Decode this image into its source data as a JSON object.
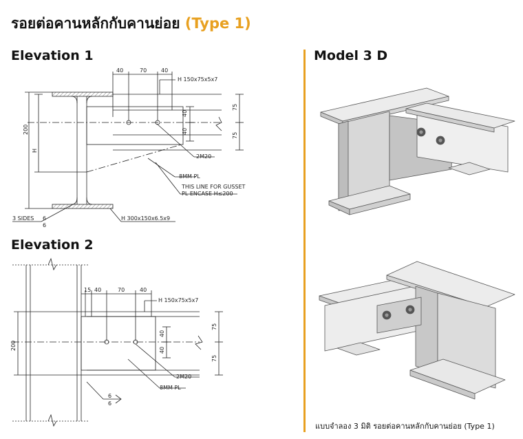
{
  "header": {
    "title_main": "รอยต่อคานหลักกับคานย่อย",
    "title_accent": "(Type 1)"
  },
  "sections": {
    "elevation1": "Elevation 1",
    "elevation2": "Elevation 2",
    "model3d": "Model 3 D"
  },
  "elevation1": {
    "dims_top": [
      "40",
      "70",
      "40"
    ],
    "dims_right": [
      "40",
      "40"
    ],
    "dims_far_right": [
      "75",
      "75"
    ],
    "dim_left_200": "200",
    "dim_left_H": "H",
    "label_secondary_beam": "H 150x75x5x7",
    "label_bolts": "2M20",
    "label_plate": "8MM PL",
    "label_gusset_1": "THIS LINE FOR GUSSET",
    "label_gusset_2": "PL ENCASE H≤200",
    "label_main_beam": "H 300x150x6.5x9",
    "weld_label": "3 SIDES",
    "weld_size_top": "6",
    "weld_size_bottom": "6"
  },
  "elevation2": {
    "dims_top": [
      "15",
      "40",
      "70",
      "40"
    ],
    "dims_right": [
      "40",
      "40"
    ],
    "dims_far_right": [
      "75",
      "75"
    ],
    "dim_left_200": "200",
    "label_secondary_beam": "H 150x75x5x7",
    "label_bolts": "2M20",
    "label_plate": "8MM PL",
    "weld_size_top": "6",
    "weld_size_bottom": "6"
  },
  "caption": "แบบจำลอง 3 มิติ รอยต่อคานหลักกับคานย่อย (Type 1)",
  "colors": {
    "accent": "#e8a020",
    "steel_light": "#ececec",
    "steel_mid": "#d4d4d4",
    "steel_dark": "#a8a8a8"
  }
}
